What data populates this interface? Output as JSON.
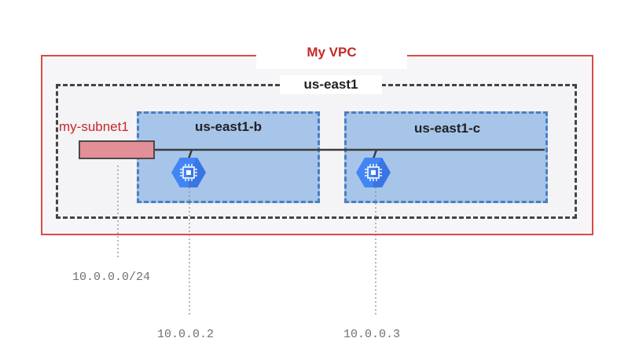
{
  "vpc": {
    "title": "My VPC"
  },
  "region": {
    "title": "us-east1"
  },
  "subnet": {
    "label": "my-subnet1",
    "cidr": "10.0.0.0/24"
  },
  "zones": [
    {
      "label": "us-east1-b",
      "vm_ip": "10.0.0.2",
      "icon": "compute-engine-icon"
    },
    {
      "label": "us-east1-c",
      "vm_ip": "10.0.0.3",
      "icon": "compute-engine-icon"
    }
  ],
  "colors": {
    "vpc_border": "#d94a4a",
    "vpc_title": "#c62828",
    "zone_fill": "#a7c5e8",
    "zone_border": "#4a7fc1",
    "subnet_fill": "#e38f97",
    "vm_icon": "#4285f4",
    "address_text": "#707070"
  }
}
